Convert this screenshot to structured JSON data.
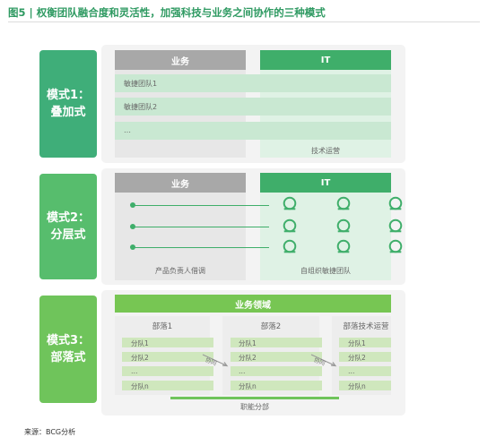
{
  "title": "图5 | 权衡团队融合度和灵活性，加强科技与业务之间协作的三种模式",
  "colors": {
    "title_green": "#2f9a62",
    "mode1": "#3fae79",
    "mode2": "#57bd6d",
    "mode3": "#6fc45b",
    "business_gray": "#a8a8a8",
    "it_green": "#3fae6a",
    "domain_green": "#77c653",
    "squad_green": "#cfe7bd"
  },
  "mode1": {
    "label_line1": "模式1：",
    "label_line2": "叠加式",
    "business_header": "业务",
    "it_header": "IT",
    "teams": [
      "敏捷团队1",
      "敏捷团队2",
      "…"
    ],
    "it_footer": "技术运营"
  },
  "mode2": {
    "label_line1": "模式2：",
    "label_line2": "分层式",
    "business_header": "业务",
    "it_header": "IT",
    "business_footer": "产品负责人借调",
    "it_footer": "自组织敏捷团队"
  },
  "mode3": {
    "label_line1": "模式3：",
    "label_line2": "部落式",
    "domain_header": "业务领域",
    "tribes": [
      {
        "name": "部落1",
        "squads": [
          "分队1",
          "分队2",
          "…",
          "分队n"
        ]
      },
      {
        "name": "部落2",
        "squads": [
          "分队1",
          "分队2",
          "…",
          "分队n"
        ]
      },
      {
        "name": "部落技术运营",
        "squads": [
          "分队1",
          "分队2",
          "…",
          "分队n"
        ]
      }
    ],
    "collab_label": "协同",
    "functional_label": "职能分部"
  },
  "source": "来源：BCG分析"
}
